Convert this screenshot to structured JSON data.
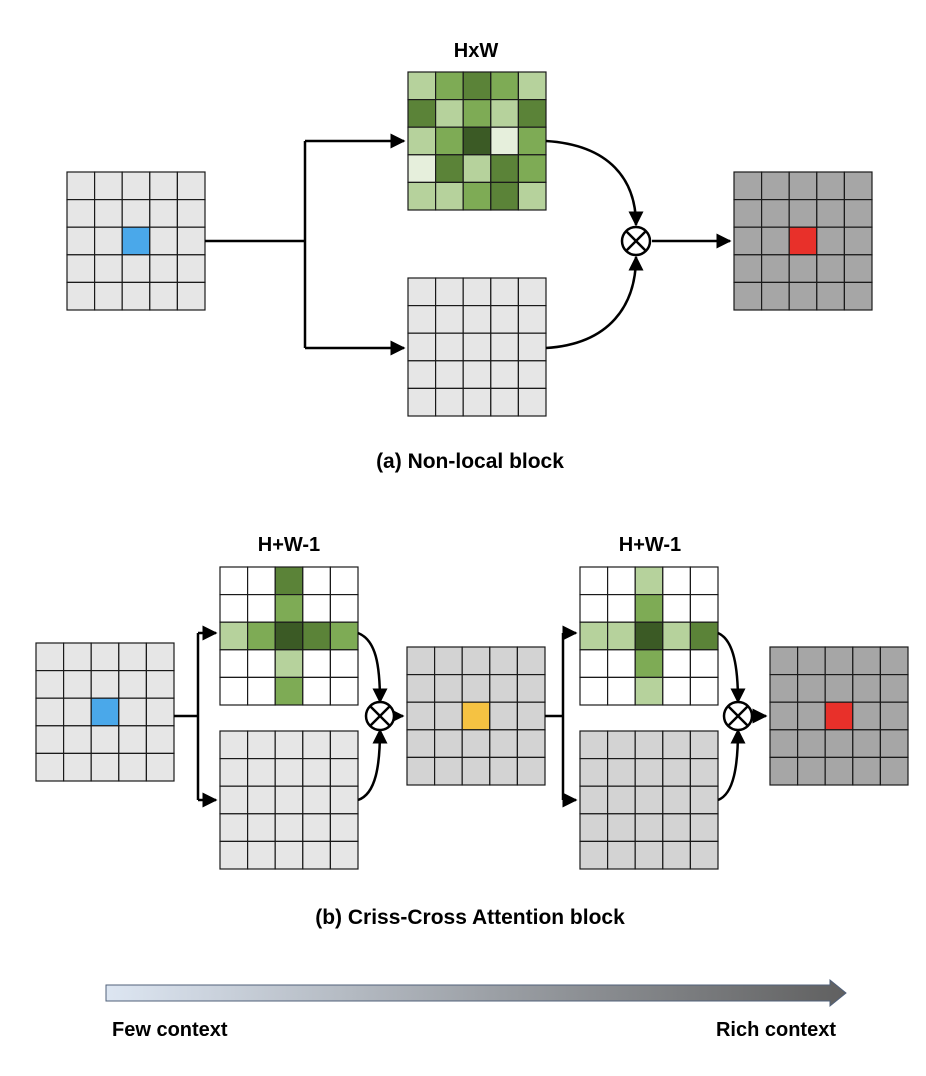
{
  "labels": {
    "hxw_title": "HxW",
    "caption_a": "(a) Non-local block",
    "hw1_title_1": "H+W-1",
    "hw1_title_2": "H+W-1",
    "caption_b": "(b) Criss-Cross Attention block",
    "few_context": "Few context",
    "rich_context": "Rich context"
  },
  "colors": {
    "grid_light": "#e6e6e6",
    "grid_mid": "#d3d3d3",
    "grid_dark": "#a6a6a6",
    "query_blue": "#4aa8ea",
    "output_red": "#e8302a",
    "intermediate_yellow": "#f5c242",
    "green_pale": "#e6efdc",
    "green_light": "#b6d29c",
    "green_mid": "#7eab55",
    "green_dark": "#5b8338",
    "green_darkest": "#3b5a25",
    "arrow_start": "#dde6f2",
    "arrow_end": "#606060"
  },
  "grids": {
    "a_input": [
      [
        "L",
        "L",
        "L",
        "L",
        "L"
      ],
      [
        "L",
        "L",
        "L",
        "L",
        "L"
      ],
      [
        "L",
        "L",
        "B",
        "L",
        "L"
      ],
      [
        "L",
        "L",
        "L",
        "L",
        "L"
      ],
      [
        "L",
        "L",
        "L",
        "L",
        "L"
      ]
    ],
    "a_attn": [
      [
        "g",
        "m",
        "d",
        "m",
        "g"
      ],
      [
        "d",
        "g",
        "m",
        "g",
        "d"
      ],
      [
        "g",
        "m",
        "D",
        "p",
        "m"
      ],
      [
        "p",
        "d",
        "g",
        "d",
        "m"
      ],
      [
        "g",
        "g",
        "m",
        "d",
        "g"
      ]
    ],
    "a_value": [
      [
        "L",
        "L",
        "L",
        "L",
        "L"
      ],
      [
        "L",
        "L",
        "L",
        "L",
        "L"
      ],
      [
        "L",
        "L",
        "L",
        "L",
        "L"
      ],
      [
        "L",
        "L",
        "L",
        "L",
        "L"
      ],
      [
        "L",
        "L",
        "L",
        "L",
        "L"
      ]
    ],
    "a_output": [
      [
        "K",
        "K",
        "K",
        "K",
        "K"
      ],
      [
        "K",
        "K",
        "K",
        "K",
        "K"
      ],
      [
        "K",
        "K",
        "R",
        "K",
        "K"
      ],
      [
        "K",
        "K",
        "K",
        "K",
        "K"
      ],
      [
        "K",
        "K",
        "K",
        "K",
        "K"
      ]
    ],
    "b_input": [
      [
        "L",
        "L",
        "L",
        "L",
        "L"
      ],
      [
        "L",
        "L",
        "L",
        "L",
        "L"
      ],
      [
        "L",
        "L",
        "B",
        "L",
        "L"
      ],
      [
        "L",
        "L",
        "L",
        "L",
        "L"
      ],
      [
        "L",
        "L",
        "L",
        "L",
        "L"
      ]
    ],
    "b_attn1": [
      [
        "W",
        "W",
        "d",
        "W",
        "W"
      ],
      [
        "W",
        "W",
        "m",
        "W",
        "W"
      ],
      [
        "g",
        "m",
        "D",
        "d",
        "m"
      ],
      [
        "W",
        "W",
        "g",
        "W",
        "W"
      ],
      [
        "W",
        "W",
        "m",
        "W",
        "W"
      ]
    ],
    "b_value1": [
      [
        "L",
        "L",
        "L",
        "L",
        "L"
      ],
      [
        "L",
        "L",
        "L",
        "L",
        "L"
      ],
      [
        "L",
        "L",
        "L",
        "L",
        "L"
      ],
      [
        "L",
        "L",
        "L",
        "L",
        "L"
      ],
      [
        "L",
        "L",
        "L",
        "L",
        "L"
      ]
    ],
    "b_mid": [
      [
        "M",
        "M",
        "M",
        "M",
        "M"
      ],
      [
        "M",
        "M",
        "M",
        "M",
        "M"
      ],
      [
        "M",
        "M",
        "Y",
        "M",
        "M"
      ],
      [
        "M",
        "M",
        "M",
        "M",
        "M"
      ],
      [
        "M",
        "M",
        "M",
        "M",
        "M"
      ]
    ],
    "b_attn2": [
      [
        "W",
        "W",
        "g",
        "W",
        "W"
      ],
      [
        "W",
        "W",
        "m",
        "W",
        "W"
      ],
      [
        "g",
        "g",
        "D",
        "g",
        "d"
      ],
      [
        "W",
        "W",
        "m",
        "W",
        "W"
      ],
      [
        "W",
        "W",
        "g",
        "W",
        "W"
      ]
    ],
    "b_value2": [
      [
        "M",
        "M",
        "M",
        "M",
        "M"
      ],
      [
        "M",
        "M",
        "M",
        "M",
        "M"
      ],
      [
        "M",
        "M",
        "M",
        "M",
        "M"
      ],
      [
        "M",
        "M",
        "M",
        "M",
        "M"
      ],
      [
        "M",
        "M",
        "M",
        "M",
        "M"
      ]
    ],
    "b_output": [
      [
        "K",
        "K",
        "K",
        "K",
        "K"
      ],
      [
        "K",
        "K",
        "K",
        "K",
        "K"
      ],
      [
        "K",
        "K",
        "R",
        "K",
        "K"
      ],
      [
        "K",
        "K",
        "K",
        "K",
        "K"
      ],
      [
        "K",
        "K",
        "K",
        "K",
        "K"
      ]
    ]
  }
}
